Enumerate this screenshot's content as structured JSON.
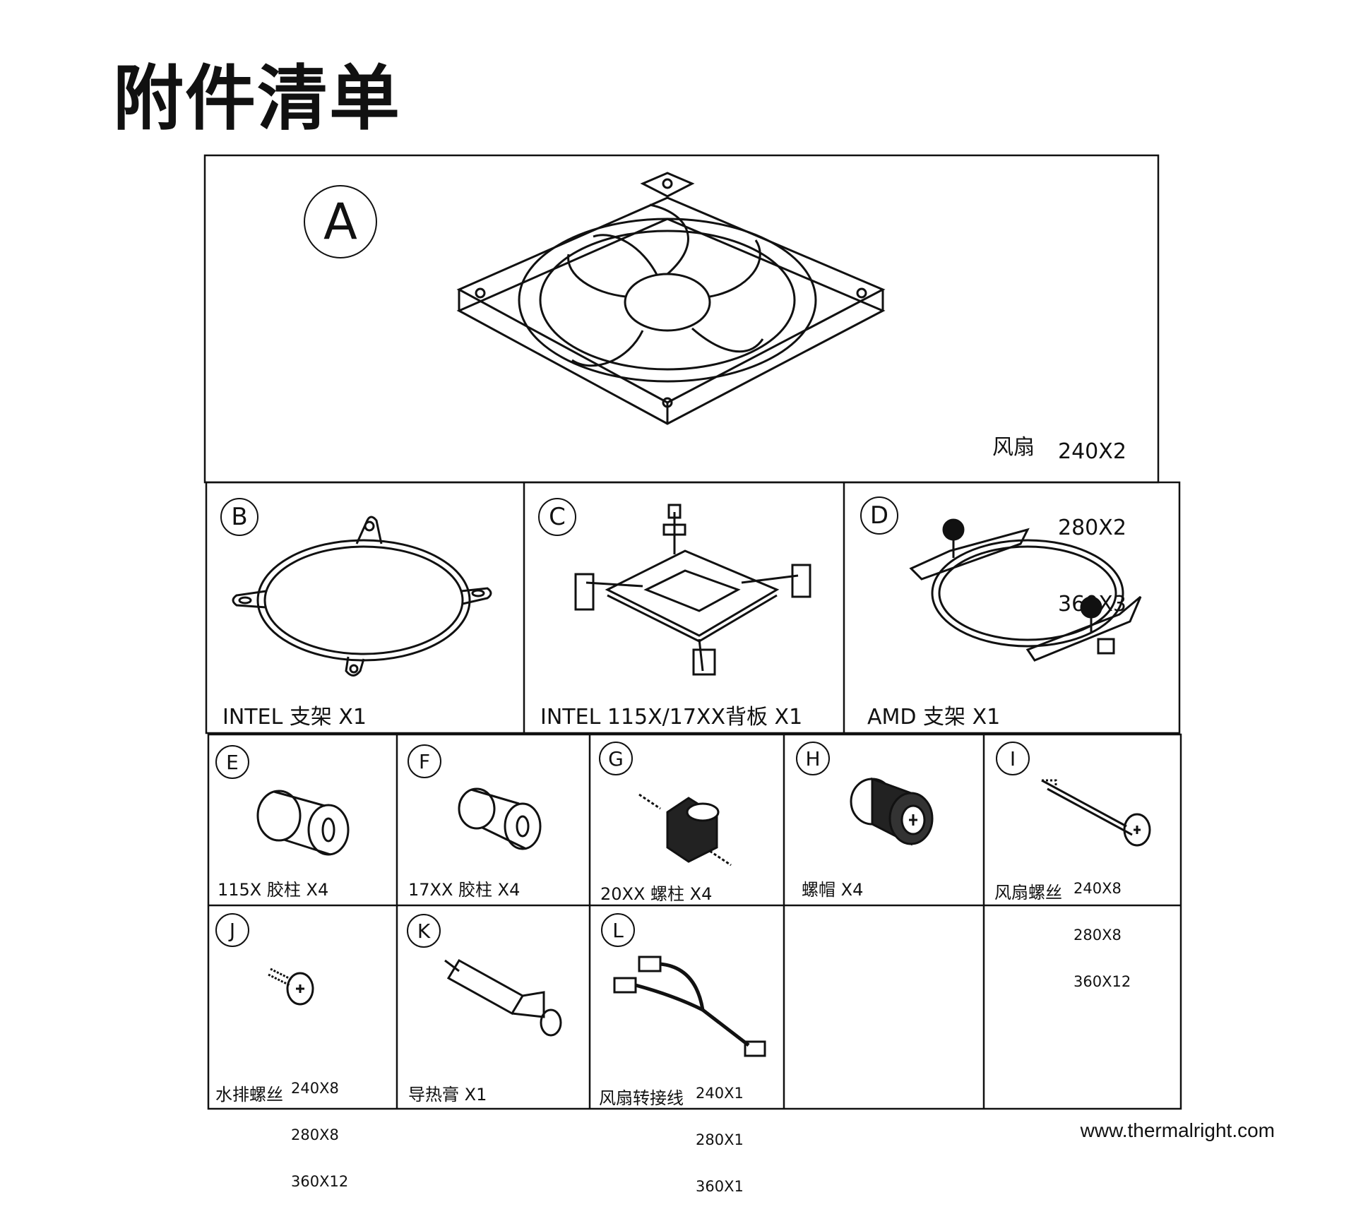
{
  "title": "附件清单",
  "items": {
    "A": {
      "letter": "A",
      "name": "风扇",
      "quantities": [
        "240X2",
        "280X2",
        "360X3"
      ]
    },
    "B": {
      "letter": "B",
      "caption": "INTEL  支架  X1"
    },
    "C": {
      "letter": "C",
      "caption": "INTEL 115X/17XX背板  X1"
    },
    "D": {
      "letter": "D",
      "caption": "AMD  支架  X1"
    },
    "E": {
      "letter": "E",
      "caption": "115X 胶柱  X4"
    },
    "F": {
      "letter": "F",
      "caption": "17XX 胶柱  X4"
    },
    "G": {
      "letter": "G",
      "caption": "20XX  螺柱  X4"
    },
    "H": {
      "letter": "H",
      "caption": "螺帽  X4"
    },
    "I": {
      "letter": "I",
      "name": "风扇螺丝",
      "quantities": [
        "240X8",
        "280X8",
        "360X12"
      ]
    },
    "J": {
      "letter": "J",
      "name": "水排螺丝",
      "quantities": [
        "240X8",
        "280X8",
        "360X12"
      ]
    },
    "K": {
      "letter": "K",
      "caption": "导热膏  X1"
    },
    "L": {
      "letter": "L",
      "name": "风扇转接线",
      "quantities": [
        "240X1",
        "280X1",
        "360X1"
      ]
    }
  },
  "website": "www.thermalright.com"
}
